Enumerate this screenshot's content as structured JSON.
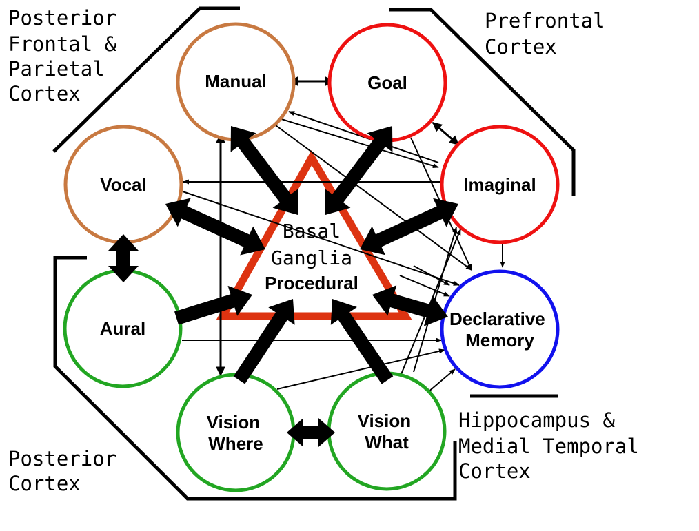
{
  "regions": {
    "posterior_frontal_parietal": [
      "Posterior",
      "Frontal &",
      "Parietal",
      "Cortex"
    ],
    "prefrontal": [
      "Prefrontal",
      "Cortex"
    ],
    "posterior_cortex": [
      "Posterior",
      "Cortex"
    ],
    "hippocampus": [
      "Hippocampus &",
      "Medial Temporal",
      "Cortex"
    ]
  },
  "modules": {
    "manual": [
      "Manual"
    ],
    "goal": [
      "Goal"
    ],
    "vocal": [
      "Vocal"
    ],
    "imaginal": [
      "Imaginal"
    ],
    "aural": [
      "Aural"
    ],
    "declarative": [
      "Declarative",
      "Memory"
    ],
    "vision_where": [
      "Vision",
      "Where"
    ],
    "vision_what": [
      "Vision",
      "What"
    ]
  },
  "basal_ganglia": {
    "line1": "Basal",
    "line2": "Ganglia",
    "line3": "Procedural"
  },
  "colors": {
    "motor": "#c87941",
    "prefrontal": "#ee1111",
    "perceptual": "#22a622",
    "memory": "#1111ee",
    "basal_ganglia": "#dd3311",
    "ink": "#000000"
  }
}
